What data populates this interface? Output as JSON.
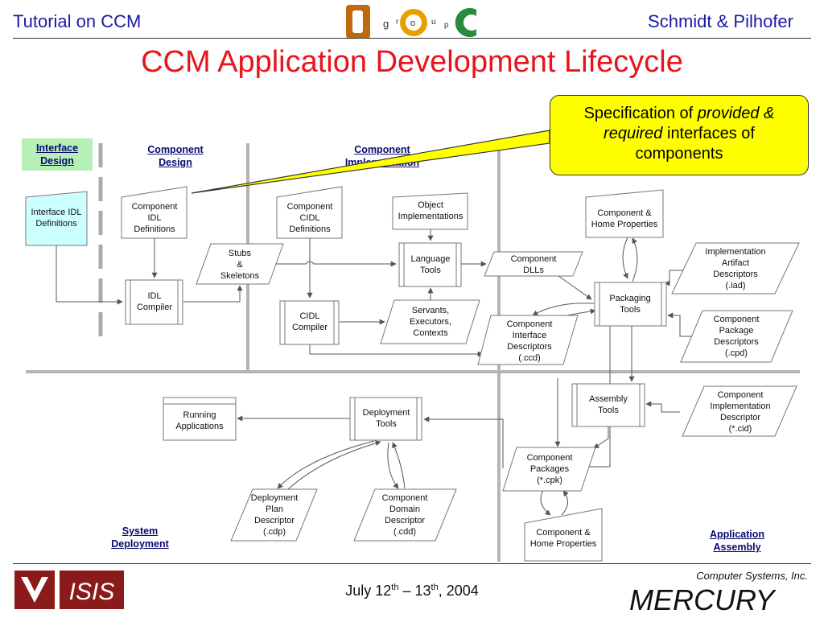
{
  "header": {
    "left": "Tutorial on CCM",
    "right": "Schmidt & Pilhofer",
    "title": "CCM Application Development Lifecycle"
  },
  "logo_doc": {
    "letters": [
      "D",
      "g",
      "r",
      "o",
      "u",
      "p",
      "C"
    ]
  },
  "callout": {
    "pre": "Specification of ",
    "em": "provided & required",
    "post": " interfaces of components"
  },
  "phases": {
    "interface_design": "Interface Design",
    "component_design": "Component Design",
    "component_impl": "Component Implementation",
    "system_deployment": "System Deployment",
    "app_assembly": "Application Assembly"
  },
  "nodes": {
    "iface_idl": [
      "Interface IDL",
      "Definitions"
    ],
    "comp_idl": [
      "Component",
      "IDL",
      "Definitions"
    ],
    "stubs": [
      "Stubs",
      "&",
      "Skeletons"
    ],
    "idl_compiler": [
      "IDL",
      "Compiler"
    ],
    "comp_cidl": [
      "Component",
      "CIDL",
      "Definitions"
    ],
    "cidl_compiler": [
      "CIDL",
      "Compiler"
    ],
    "object_impl": [
      "Object",
      "Implementations"
    ],
    "lang_tools": [
      "Language",
      "Tools"
    ],
    "servants": [
      "Servants,",
      "Executors,",
      "Contexts"
    ],
    "comp_dlls": [
      "Component",
      "DLLs"
    ],
    "comp_iface_desc": [
      "Component",
      "Interface",
      "Descriptors",
      "(.ccd)"
    ],
    "home_props_top": [
      "Component &",
      "Home Properties"
    ],
    "impl_artifact": [
      "Implementation",
      "Artifact",
      "Descriptors",
      "(.iad)"
    ],
    "packaging_tools": [
      "Packaging",
      "Tools"
    ],
    "comp_pkg_desc": [
      "Component",
      "Package",
      "Descriptors",
      "(.cpd)"
    ],
    "assembly_tools": [
      "Assembly",
      "Tools"
    ],
    "comp_impl_desc": [
      "Component",
      "Implementation",
      "Descriptor",
      "(*.cid)"
    ],
    "running_apps": [
      "Running",
      "Applications"
    ],
    "deploy_tools": [
      "Deployment",
      "Tools"
    ],
    "comp_packages": [
      "Component",
      "Packages",
      "(*.cpk)"
    ],
    "deploy_plan": [
      "Deployment",
      "Plan",
      "Descriptor",
      "(.cdp)"
    ],
    "comp_domain": [
      "Component",
      "Domain",
      "Descriptor",
      "(.cdd)"
    ],
    "home_props_bottom": [
      "Component &",
      "Home Properties"
    ]
  },
  "footer": {
    "date_a": "July 12",
    "sup_a": "th",
    "date_b": " – 13",
    "sup_b": "th",
    "date_c": ", 2004"
  },
  "logo_isis": {
    "text": "ISIS"
  },
  "logo_mercury": {
    "tag": "Computer Systems, Inc.",
    "name": "MERCURY"
  },
  "colors": {
    "title": "#e8141c",
    "header": "#1a1aa8",
    "callout": "#ffff00",
    "green": "#b6f0b6",
    "cyan": "#ccffff"
  }
}
